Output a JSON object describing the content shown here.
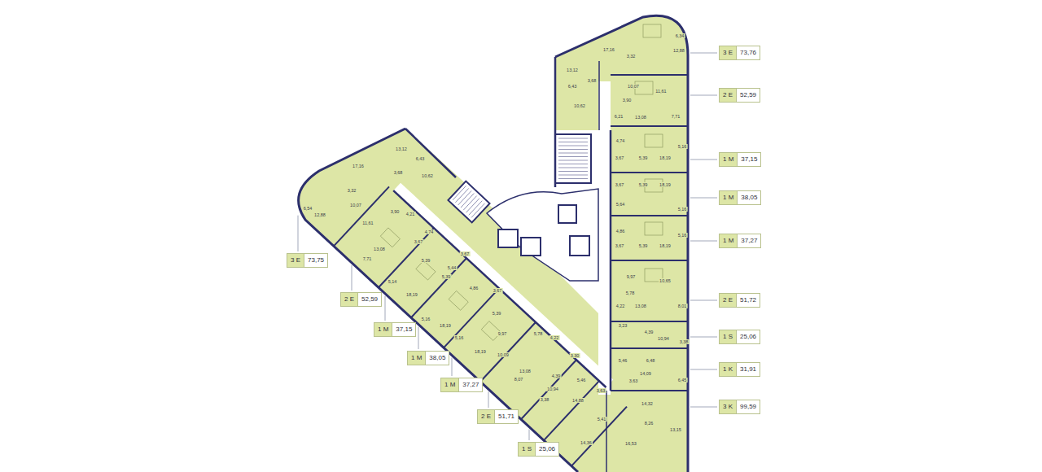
{
  "diagram": {
    "nodes": [
      {
        "text": [
          "3 E",
          "73,76"
        ]
      },
      {
        "text": [
          "2 E",
          "52,59"
        ]
      },
      {
        "text": [
          "1 M",
          "37,15"
        ]
      },
      {
        "text": [
          "1 M",
          "38,05"
        ]
      },
      {
        "text": [
          "1 M",
          "37,27"
        ]
      },
      {
        "text": [
          "2 E",
          "51,72"
        ]
      },
      {
        "text": [
          "1 S",
          "25,06"
        ]
      },
      {
        "text": [
          "1 K",
          "31,91"
        ]
      },
      {
        "text": [
          "3 K",
          "99,59"
        ]
      },
      {
        "text": [
          "3 E",
          "73,75"
        ]
      },
      {
        "text": [
          "2 E",
          "52,59"
        ]
      },
      {
        "text": [
          "1 M",
          "37,15"
        ]
      },
      {
        "text": [
          "1 M",
          "38,05"
        ]
      },
      {
        "text": [
          "1 M",
          "37,27"
        ]
      },
      {
        "text": [
          "2 E",
          "51,71"
        ]
      },
      {
        "text": [
          "1 S",
          "25,06"
        ]
      }
    ],
    "labels": [
      "6,34",
      "12,88",
      "17,16",
      "13,12",
      "3,32",
      "6,43",
      "3,68",
      "10,07",
      "11,61",
      "10,62",
      "3,90",
      "6,21",
      "13,08",
      "7,71",
      "4,74",
      "3,67",
      "5,39",
      "18,19",
      "5,16",
      "3,67",
      "5,39",
      "18,19",
      "5,64",
      "5,16",
      "4,86",
      "3,67",
      "5,39",
      "18,19",
      "5,16",
      "9,97",
      "10,65",
      "5,78",
      "4,22",
      "13,08",
      "8,01",
      "3,23",
      "4,39",
      "10,94",
      "3,38",
      "5,46",
      "6,48",
      "6,45",
      "14,09",
      "3,63",
      "14,32",
      "8,26",
      "13,15",
      "13,12",
      "17,16",
      "6,43",
      "3,68",
      "10,62",
      "6,54",
      "12,88",
      "3,32",
      "10,07",
      "3,90",
      "11,61",
      "4,21",
      "13,08",
      "4,74",
      "7,71",
      "3,67",
      "5,39",
      "5,14",
      "18,19",
      "5,16",
      "3,67",
      "5,44",
      "5,39",
      "4,86",
      "18,19",
      "5,16",
      "3,67",
      "5,39",
      "18,19",
      "9,97",
      "5,78",
      "4,22",
      "10,09",
      "13,08",
      "8,07",
      "3,30",
      "4,39",
      "5,46",
      "10,94",
      "3,38",
      "3,63",
      "14,88",
      "5,41",
      "14,36",
      "16,53"
    ]
  }
}
